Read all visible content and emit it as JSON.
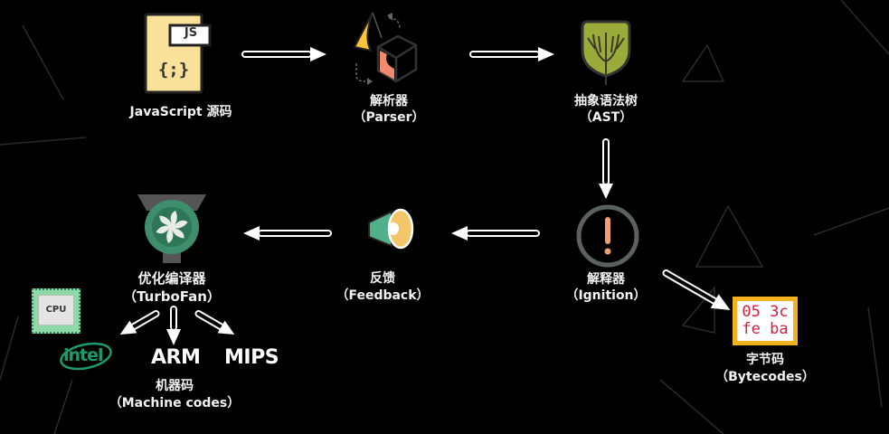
{
  "nodes": {
    "js_source": {
      "label": "JavaScript 源码",
      "icon_text": "JS",
      "icon_code": "{;}"
    },
    "parser": {
      "label_cn": "解析器",
      "label_en": "（Parser）"
    },
    "ast": {
      "label_cn": "抽象语法树",
      "label_en": "（AST）"
    },
    "ignition": {
      "label_cn": "解释器",
      "label_en": "（Ignition）"
    },
    "bytecodes": {
      "label_cn": "字节码",
      "label_en": "（Bytecodes）",
      "line1": "05 3c",
      "line2": "fe ba"
    },
    "feedback": {
      "label_cn": "反馈",
      "label_en": "（Feedback）"
    },
    "turbofan": {
      "label_cn": "优化编译器",
      "label_en": "（TurboFan）"
    },
    "machine_codes": {
      "label_cn": "机器码",
      "label_en": "（Machine codes）"
    }
  },
  "targets": {
    "cpu": "CPU",
    "intel": "intel",
    "arm": "ARM",
    "mips": "MIPS"
  },
  "colors": {
    "background": "#000000",
    "js_yellow": "#f9e19a",
    "tree_green": "#9aab3a",
    "fan_green": "#3e8d6d",
    "ignition_orange": "#f0a070",
    "bytecode_red": "#d02040",
    "bytecode_border": "#f5b21e",
    "intel_green": "#1c9c6c"
  }
}
